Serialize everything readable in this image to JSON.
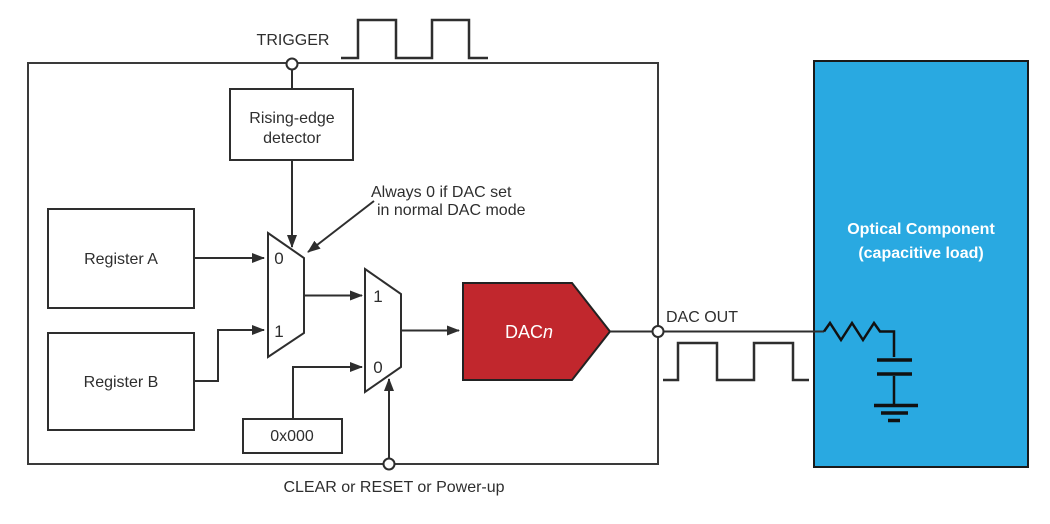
{
  "diagram": {
    "trigger": {
      "label": "TRIGGER"
    },
    "rising_edge_detector": {
      "line1": "Rising-edge",
      "line2": "detector"
    },
    "register_a": {
      "label": "Register A"
    },
    "register_b": {
      "label": "Register B"
    },
    "mux1": {
      "input0": "0",
      "input1": "1"
    },
    "mux2": {
      "input1": "1",
      "input0": "0"
    },
    "annotation": {
      "line1": "Always 0 if DAC set",
      "line2": "in normal DAC mode"
    },
    "zero_value": {
      "label": "0x000"
    },
    "dac": {
      "name": "DAC",
      "suffix": "n"
    },
    "dac_out": {
      "label": "DAC OUT"
    },
    "clear": {
      "label": "CLEAR or RESET or Power-up"
    },
    "optical": {
      "line1": "Optical Component",
      "line2": "(capacitive load)"
    }
  },
  "colors": {
    "dac_red": "#c1272d",
    "optical_blue": "#29a9e1",
    "line_dark": "#2e2e2e",
    "component_black": "#111111",
    "white_text": "#ffffff"
  }
}
